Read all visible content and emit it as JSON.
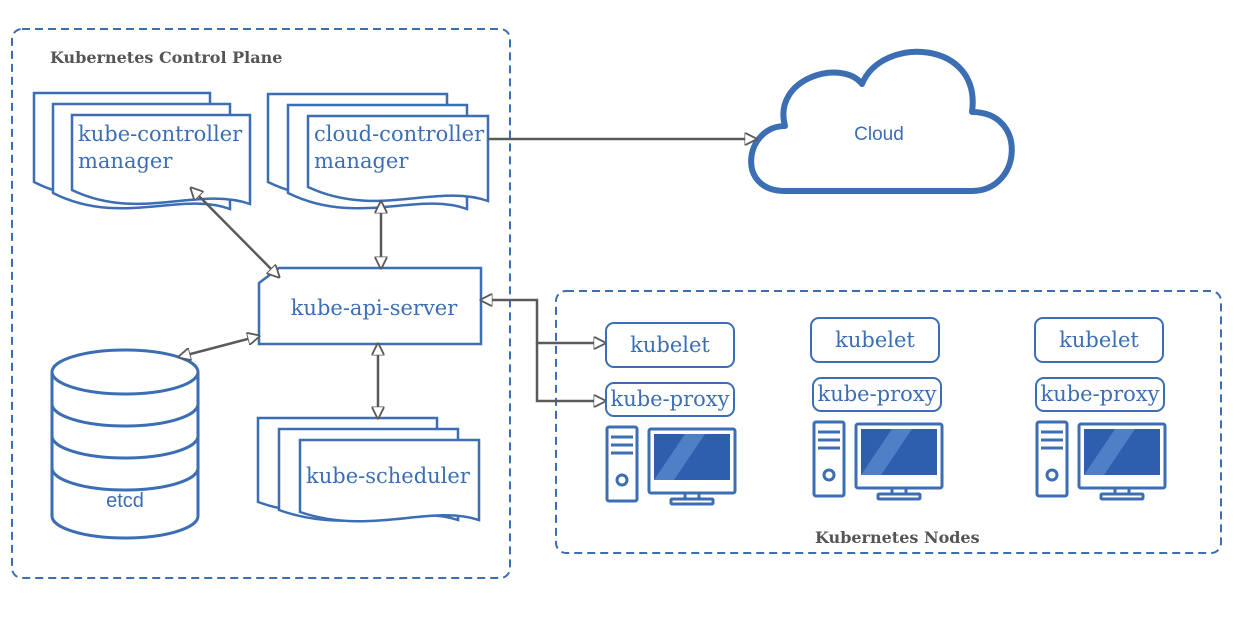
{
  "diagram": {
    "groups": {
      "control_plane": "Kubernetes Control Plane",
      "nodes": "Kubernetes Nodes"
    },
    "components": {
      "kube_controller_manager": [
        "kube-controller",
        "manager"
      ],
      "cloud_controller_manager": [
        "cloud-controller",
        "manager"
      ],
      "kube_api_server": "kube-api-server",
      "etcd": "etcd",
      "kube_scheduler": "kube-scheduler",
      "cloud": "Cloud"
    },
    "nodes": [
      {
        "kubelet": "kubelet",
        "kube_proxy": "kube-proxy"
      },
      {
        "kubelet": "kubelet",
        "kube_proxy": "kube-proxy"
      },
      {
        "kubelet": "kubelet",
        "kube_proxy": "kube-proxy"
      }
    ],
    "colors": {
      "primary": "#3c6eb4",
      "arrow": "#5a5a5a",
      "group_label": "#555555",
      "screen": "#2e5fae",
      "white": "#ffffff"
    }
  }
}
